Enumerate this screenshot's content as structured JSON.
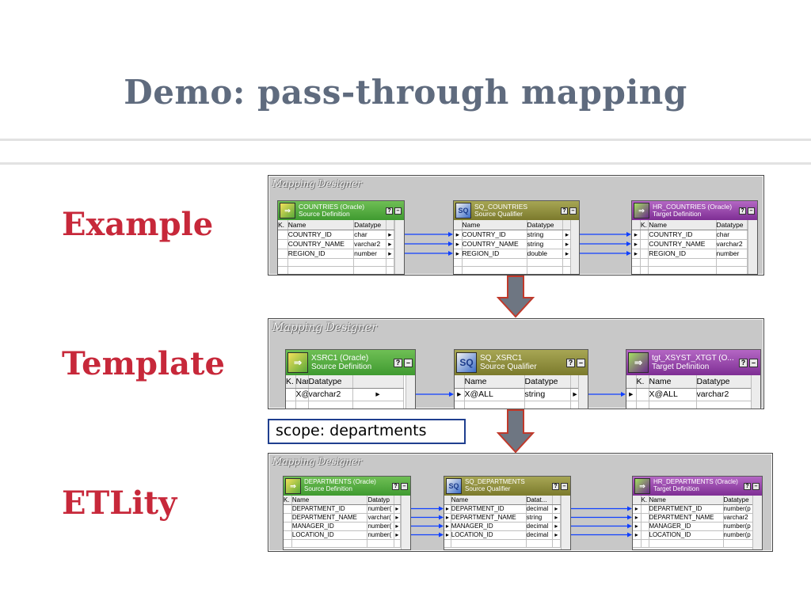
{
  "slide": {
    "title": "Demo: pass-through mapping",
    "labels": {
      "example": "Example",
      "template": "Template",
      "etlity": "ETLity"
    },
    "scope_text": "scope: departments"
  },
  "colors": {
    "title": "#5f6b7e",
    "label": "#c7283a",
    "arrow_fill": "#6e7682",
    "arrow_stroke": "#c0392b",
    "link": "#1040ff",
    "scope_border": "#1f3f8f"
  },
  "mappings": {
    "example": {
      "caption": "Mapping Designer",
      "source": {
        "title": "COUNTRIES (Oracle)",
        "subtitle": "Source Definition",
        "icon": "source-definition-icon",
        "key_header": "K.",
        "cols": [
          "Name",
          "Datatype"
        ],
        "rows": [
          [
            "COUNTRY_ID",
            "char"
          ],
          [
            "COUNTRY_NAME",
            "varchar2"
          ],
          [
            "REGION_ID",
            "number"
          ]
        ]
      },
      "qualifier": {
        "title": "SQ_COUNTRIES",
        "subtitle": "Source Qualifier",
        "icon": "source-qualifier-icon",
        "cols": [
          "Name",
          "Datatype"
        ],
        "rows": [
          [
            "COUNTRY_ID",
            "string"
          ],
          [
            "COUNTRY_NAME",
            "string"
          ],
          [
            "REGION_ID",
            "double"
          ]
        ]
      },
      "target": {
        "title": "HR_COUNTRIES (Oracle)",
        "subtitle": "Target Definition",
        "icon": "target-definition-icon",
        "key_header": "K.",
        "cols": [
          "Name",
          "Datatype"
        ],
        "rows": [
          [
            "COUNTRY_ID",
            "char"
          ],
          [
            "COUNTRY_NAME",
            "varchar2"
          ],
          [
            "REGION_ID",
            "number"
          ]
        ]
      }
    },
    "template": {
      "caption": "Mapping Designer",
      "source": {
        "title": "XSRC1 (Oracle)",
        "subtitle": "Source Definition",
        "icon": "source-definition-icon",
        "key_header": "K.",
        "cols": [
          "Name",
          "Datatype"
        ],
        "rows": [
          [
            "X@ALL",
            "varchar2"
          ]
        ]
      },
      "qualifier": {
        "title": "SQ_XSRC1",
        "subtitle": "Source Qualifier",
        "icon": "source-qualifier-icon",
        "cols": [
          "Name",
          "Datatype"
        ],
        "rows": [
          [
            "X@ALL",
            "string"
          ]
        ]
      },
      "target": {
        "title": "tgt_XSYST_XTGT (O...",
        "subtitle": "Target Definition",
        "icon": "target-definition-icon",
        "key_header": "K.",
        "cols": [
          "Name",
          "Datatype"
        ],
        "rows": [
          [
            "X@ALL",
            "varchar2"
          ]
        ]
      }
    },
    "etlity": {
      "caption": "Mapping Designer",
      "source": {
        "title": "DEPARTMENTS (Oracle)",
        "subtitle": "Source Definition",
        "icon": "source-definition-icon",
        "key_header": "K.",
        "cols": [
          "Name",
          "Datatyp"
        ],
        "rows": [
          [
            "DEPARTMENT_ID",
            "number("
          ],
          [
            "DEPARTMENT_NAME",
            "varchar("
          ],
          [
            "MANAGER_ID",
            "number("
          ],
          [
            "LOCATION_ID",
            "number("
          ]
        ]
      },
      "qualifier": {
        "title": "SQ_DEPARTMENTS",
        "subtitle": "Source Qualifier",
        "icon": "source-qualifier-icon",
        "cols": [
          "Name",
          "Datat..."
        ],
        "rows": [
          [
            "DEPARTMENT_ID",
            "decimal"
          ],
          [
            "DEPARTMENT_NAME",
            "string"
          ],
          [
            "MANAGER_ID",
            "decimal"
          ],
          [
            "LOCATION_ID",
            "decimal"
          ]
        ]
      },
      "target": {
        "title": "HR_DEPARTMENTS (Oracle)",
        "subtitle": "Target Definition",
        "icon": "target-definition-icon",
        "key_header": "K.",
        "cols": [
          "Name",
          "Datatype"
        ],
        "rows": [
          [
            "DEPARTMENT_ID",
            "number(p"
          ],
          [
            "DEPARTMENT_NAME",
            "varchar2"
          ],
          [
            "MANAGER_ID",
            "number(p"
          ],
          [
            "LOCATION_ID",
            "number(p"
          ]
        ]
      }
    }
  }
}
